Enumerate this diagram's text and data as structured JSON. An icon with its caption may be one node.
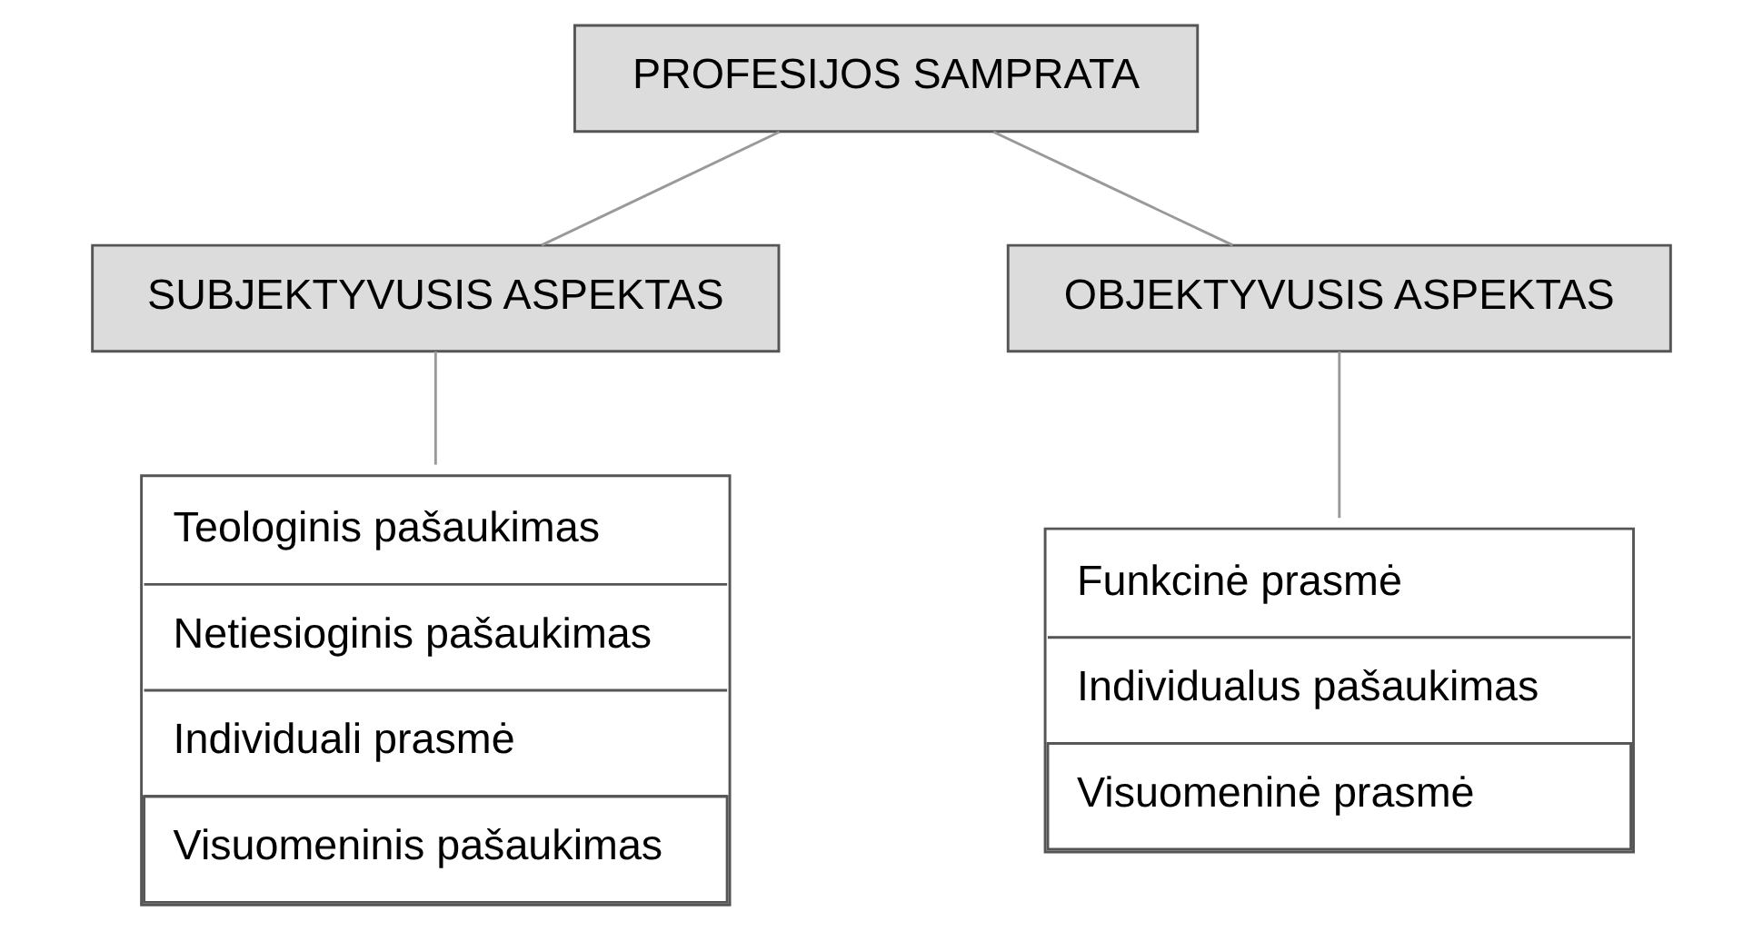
{
  "diagram": {
    "nodes": [
      {
        "text": [
          "PROFESIJOS SAMPRATA"
        ]
      },
      {
        "text": [
          "SUBJEKTYVUSIS ASPEKTAS"
        ]
      },
      {
        "text": [
          "OBJEKTYVUSIS ASPEKTAS"
        ]
      },
      {
        "text": [
          "Teologinis pašaukimas",
          "Netiesioginis pašaukimas",
          "Individuali prasmė",
          "Visuomeninis pašaukimas"
        ]
      },
      {
        "text": [
          "Funkcinė prasmė",
          "Individualus pašaukimas",
          "Visuomeninė prasmė"
        ]
      }
    ],
    "edges": [
      {
        "from": 0,
        "to": 1,
        "arrow": "none"
      },
      {
        "from": 0,
        "to": 2,
        "arrow": "none"
      },
      {
        "from": 1,
        "to": 3,
        "arrow": "none"
      },
      {
        "from": 2,
        "to": 4,
        "arrow": "none"
      }
    ]
  }
}
